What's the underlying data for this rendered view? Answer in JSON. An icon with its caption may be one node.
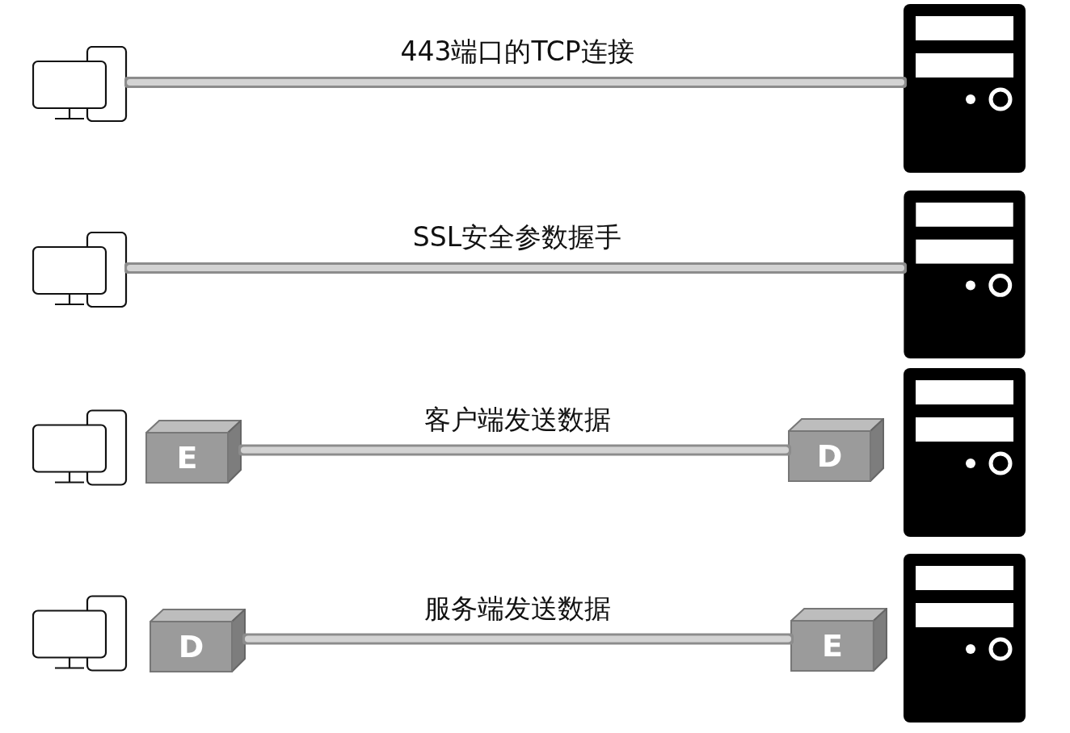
{
  "diagram": {
    "nodes": [
      {
        "text": [],
        "shape": "computer"
      },
      {
        "text": [],
        "shape": "server"
      },
      {
        "text": [],
        "shape": "computer"
      },
      {
        "text": [],
        "shape": "server"
      },
      {
        "text": [],
        "shape": "computer"
      },
      {
        "text": [
          "E"
        ]
      },
      {
        "text": [
          "D"
        ]
      },
      {
        "text": [],
        "shape": "server"
      },
      {
        "text": [],
        "shape": "computer"
      },
      {
        "text": [
          "D"
        ]
      },
      {
        "text": [
          "E"
        ]
      },
      {
        "text": [],
        "shape": "server"
      }
    ],
    "edges": [
      {
        "from": 0,
        "to": 1,
        "arrow": "none",
        "label": "443端口的TCP连接"
      },
      {
        "from": 2,
        "to": 3,
        "arrow": "none",
        "label": "SSL安全参数握手"
      },
      {
        "from": 5,
        "to": 6,
        "arrow": "none",
        "label": "客户端发送数据"
      },
      {
        "from": 9,
        "to": 10,
        "arrow": "none",
        "label": "服务端发送数据"
      }
    ]
  }
}
